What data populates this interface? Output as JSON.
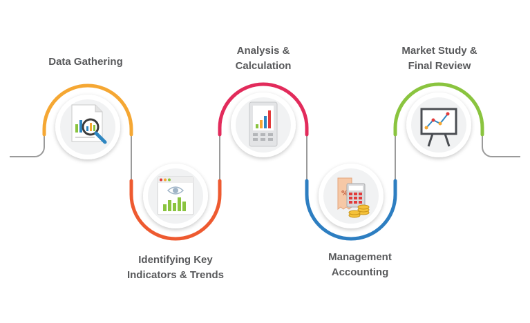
{
  "steps": [
    {
      "lines": [
        "Data Gathering"
      ],
      "color": "#f5a733",
      "icon": "magnifier-chart-icon"
    },
    {
      "lines": [
        "Identifying Key",
        "Indicators & Trends"
      ],
      "color": "#ee5a30",
      "icon": "browser-chart-icon"
    },
    {
      "lines": [
        "Analysis &",
        "Calculation"
      ],
      "color": "#e22b5b",
      "icon": "calculator-chart-icon"
    },
    {
      "lines": [
        "Management",
        "Accounting"
      ],
      "color": "#2d7ec1",
      "icon": "receipt-coins-icon"
    },
    {
      "lines": [
        "Market Study &",
        "Final Review"
      ],
      "color": "#8ac43f",
      "icon": "presentation-board-icon"
    }
  ],
  "colors": {
    "connector": "#9a9a9a",
    "label_text": "#58595b",
    "bar_green": "#8ac43f",
    "bar_blue": "#2e86c1",
    "bar_red": "#e23a3a",
    "bar_orange": "#f5a733"
  }
}
